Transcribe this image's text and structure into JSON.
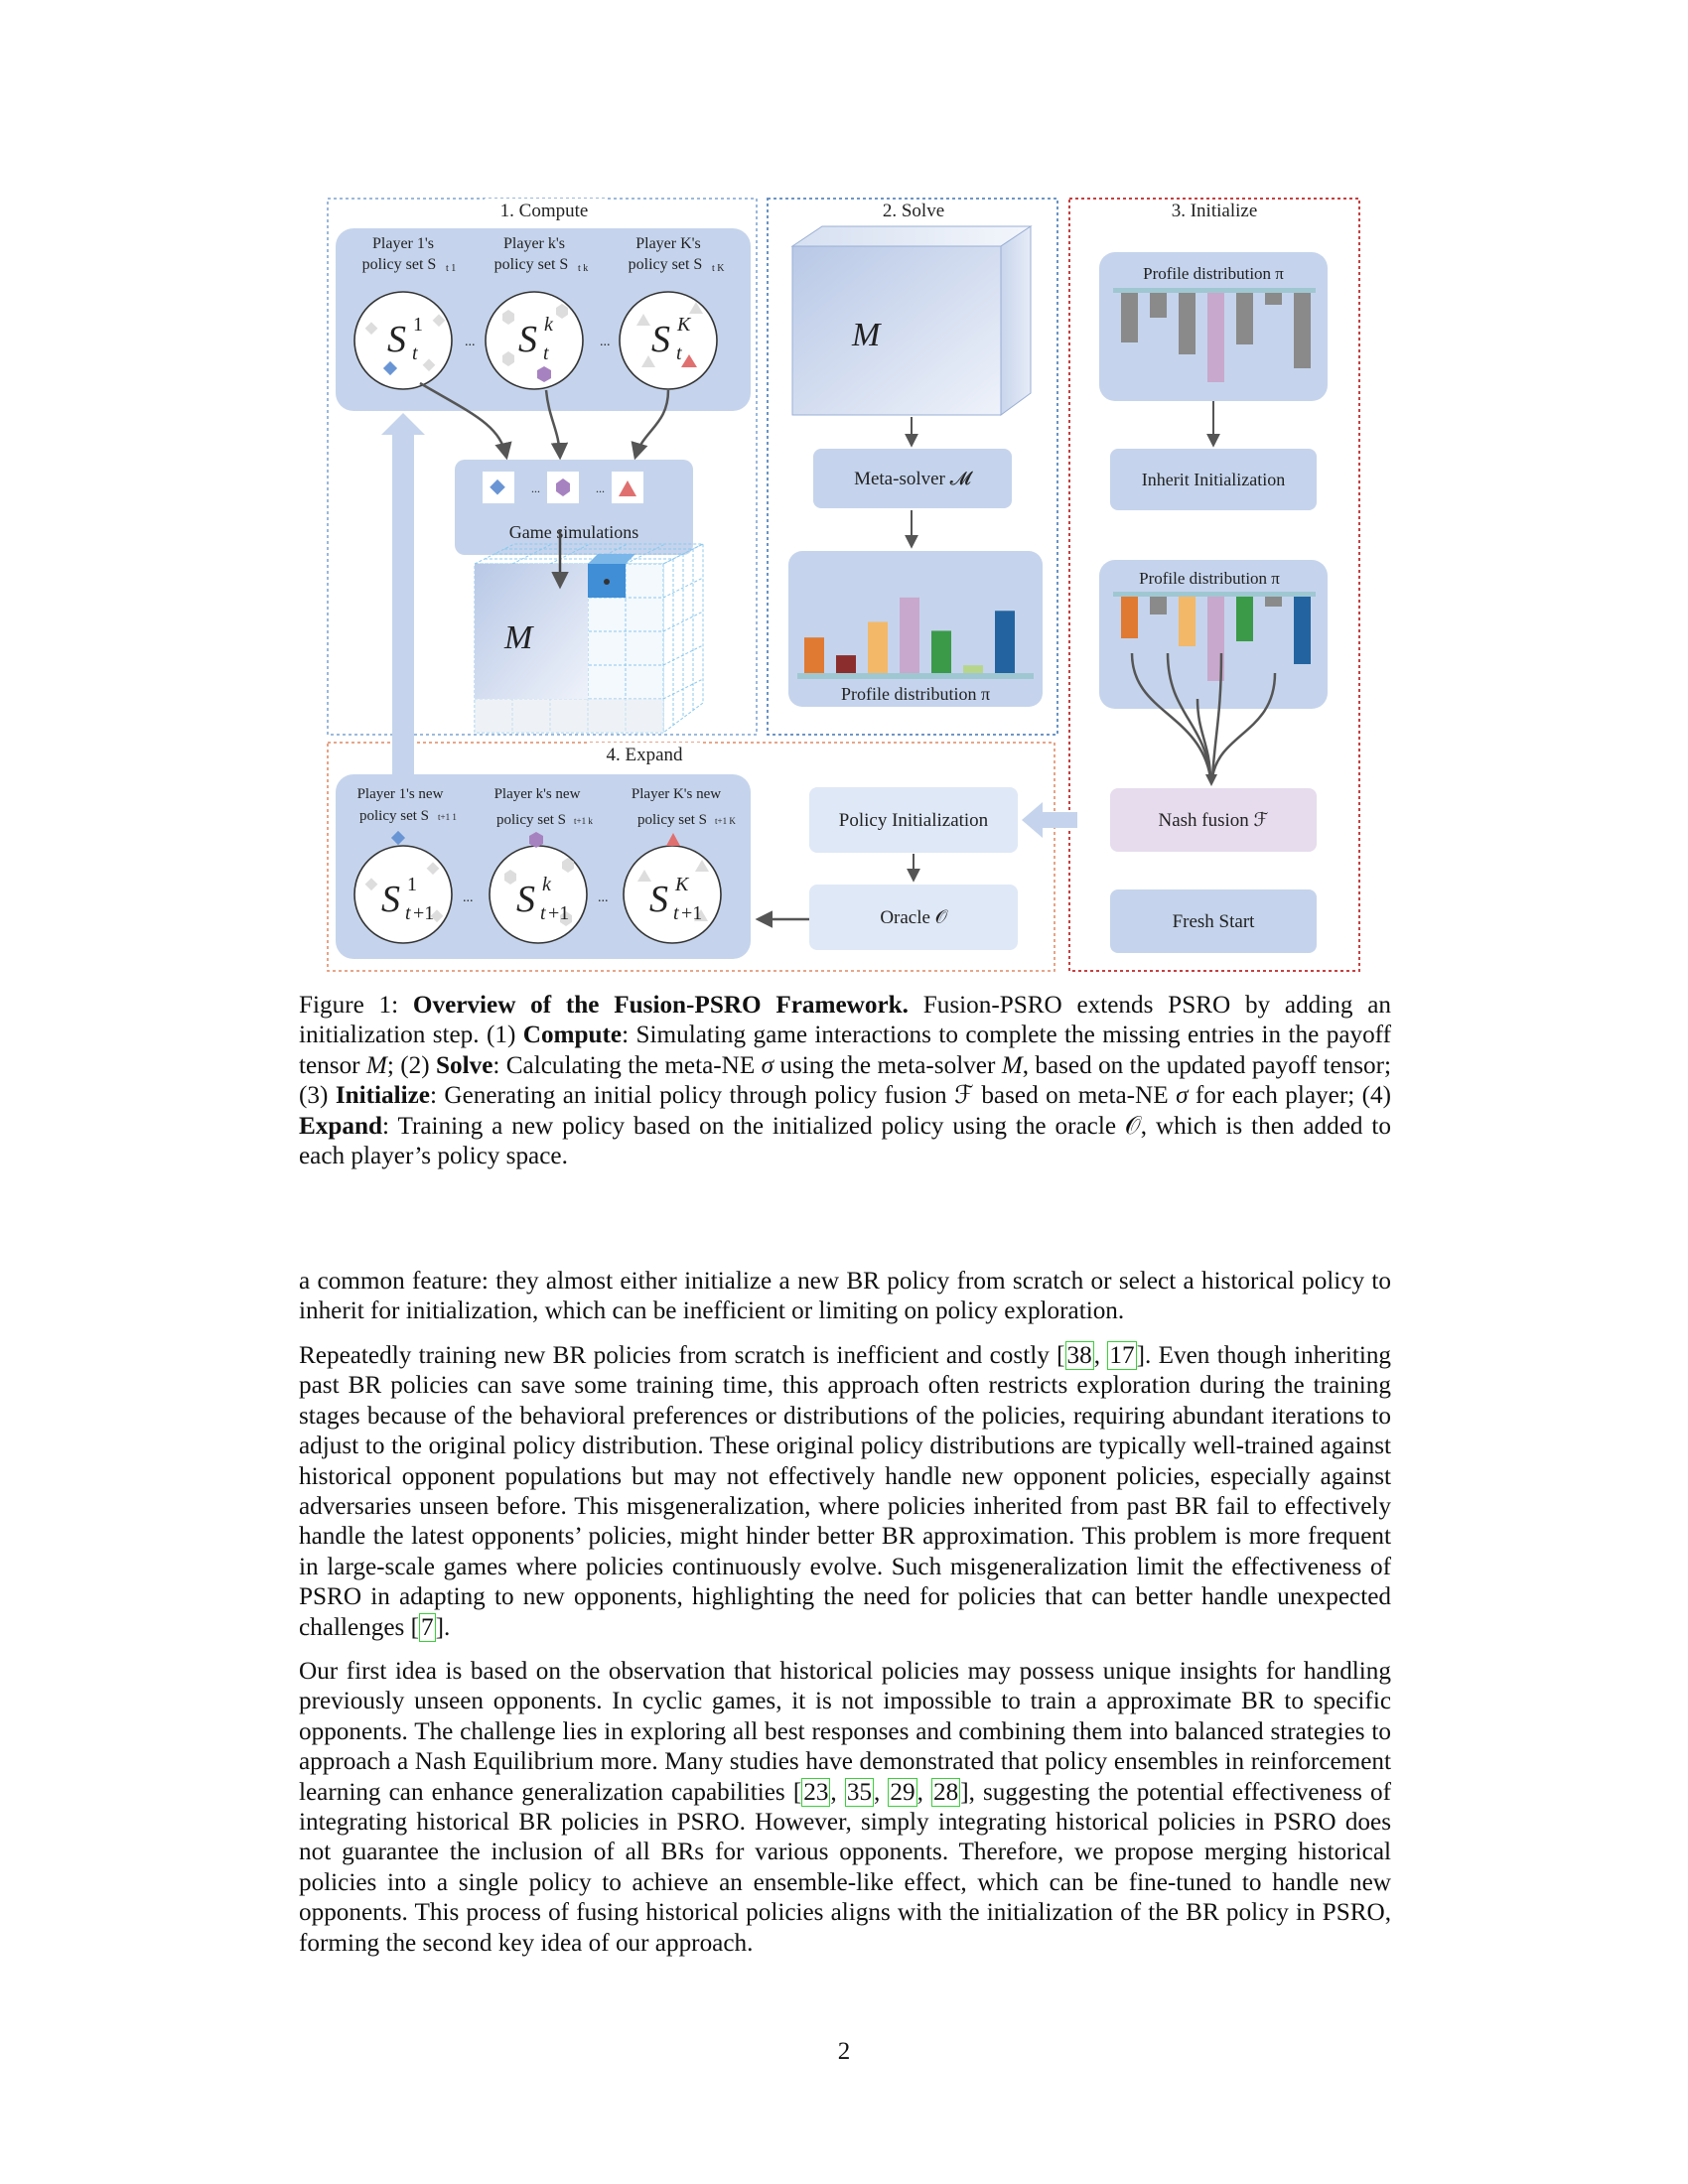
{
  "figure": {
    "sections": {
      "compute": "1. Compute",
      "solve": "2. Solve",
      "initialize": "3. Initialize",
      "expand": "4. Expand"
    },
    "compute": {
      "player1": [
        "Player 1's",
        "policy set S"
      ],
      "playerk": [
        "Player k's",
        "policy set S"
      ],
      "playerK": [
        "Player K's",
        "policy set S"
      ],
      "ellipsis": "...",
      "game_simulations": "Game simulations",
      "tensor_label": "M"
    },
    "solve": {
      "cube_label": "M",
      "meta_solver": "Meta-solver 𝓜",
      "profile_label": "Profile distribution π",
      "bar_values": [
        0.32,
        0.16,
        0.46,
        0.68,
        0.38,
        0.07,
        0.56
      ],
      "bar_colors": [
        "#e07a32",
        "#8c2d2d",
        "#f3b868",
        "#c8a8cc",
        "#3a9a48",
        "#b8d58c",
        "#2364a0"
      ]
    },
    "initialize": {
      "profile_top": "Profile distribution π",
      "inherit": "Inherit Initialization",
      "profile_bottom": "Profile distribution π",
      "nash_fusion": "Nash fusion ℱ",
      "fresh_start": "Fresh Start",
      "top_bar_values": [
        0.5,
        0.25,
        0.62,
        0.9,
        0.52,
        0.12,
        0.76
      ],
      "bottom_bar_values": [
        0.42,
        0.18,
        0.5,
        0.85,
        0.45,
        0.1,
        0.68
      ],
      "bottom_bar_colors": [
        "#e07a32",
        "#8a8a8a",
        "#f3b868",
        "#c8a8cc",
        "#3a9a48",
        "#8a8a8a",
        "#2364a0"
      ]
    },
    "expand": {
      "player1_new": [
        "Player 1's new",
        "policy set S"
      ],
      "playerk_new": [
        "Player k's new",
        "policy set S"
      ],
      "playerK_new": [
        "Player K's new",
        "policy set S"
      ],
      "policy_init": "Policy Initialization",
      "oracle": "Oracle 𝒪"
    }
  },
  "caption": {
    "label": "Figure 1:",
    "title": "Overview of the Fusion-PSRO Framework.",
    "t1": " Fusion-PSRO extends PSRO by adding an initialization step. (1) ",
    "compute": "Compute",
    "t2": ": Simulating game interactions to complete the missing entries in the payoff tensor ",
    "M1": "M",
    "t3": "; (2) ",
    "solve": "Solve",
    "t4": ": Calculating the meta-NE ",
    "sigma1": "σ",
    "t5": " using the meta-solver ",
    "M2": "M",
    "t6": ", based on the updated payoff tensor; (3) ",
    "initialize": "Initialize",
    "t7": ": Generating an initial policy through policy fusion ",
    "F": "ℱ",
    "t8": " based on meta-NE ",
    "sigma2": "σ",
    "t9": " for each player; (4) ",
    "expand": "Expand",
    "t10": ": Training a new policy based on the initialized policy using the oracle ",
    "O": "𝒪",
    "t11": ", which is then added to each player’s policy space."
  },
  "paragraphs": {
    "p1": "a common feature: they almost either initialize a new BR policy from scratch or select a historical policy to inherit for initialization, which can be inefficient or limiting on policy exploration.",
    "p2_a": "Repeatedly training new BR policies from scratch is inefficient and costly [",
    "p2_c1": "38",
    "p2_sep": ", ",
    "p2_c2": "17",
    "p2_b": "]. Even though inheriting past BR policies can save some training time, this approach often restricts exploration during the training stages because of the behavioral preferences or distributions of the policies, requiring abundant iterations to adjust to the original policy distribution. These original policy distributions are typically well-trained against historical opponent populations but may not effectively handle new opponent policies, especially against adversaries unseen before. This misgeneralization, where policies inherited from past BR fail to effectively handle the latest opponents’ policies, might hinder better BR approximation. This problem is more frequent in large-scale games where policies continuously evolve. Such misgeneralization limit the effectiveness of PSRO in adapting to new opponents, highlighting the need for policies that can better handle unexpected challenges [",
    "p2_c3": "7",
    "p2_end": "].",
    "p3_a": "Our first idea is based on the observation that historical policies may possess unique insights for handling previously unseen opponents. In cyclic games, it is not impossible to train a approximate BR to specific opponents. The challenge lies in exploring all best responses and combining them into balanced strategies to approach a Nash Equilibrium more. Many studies have demonstrated that policy ensembles in reinforcement learning can enhance generalization capabilities [",
    "p3_c1": "23",
    "p3_c2": "35",
    "p3_c3": "29",
    "p3_c4": "28",
    "p3_b": "], suggesting the potential effectiveness of integrating historical BR policies in PSRO. However, simply integrating historical policies in PSRO does not guarantee the inclusion of all BRs for various opponents. Therefore, we propose merging historical policies into a single policy to achieve an ensemble-like effect, which can be fine-tuned to handle new opponents. This process of fusing historical policies aligns with the initialization of the BR policy in PSRO, forming the second key idea of our approach."
  },
  "page_number": "2"
}
